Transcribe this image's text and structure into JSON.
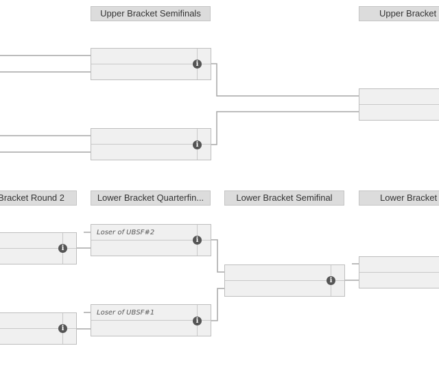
{
  "headers": {
    "ub_semifinals": "Upper Bracket Semifinals",
    "ub_final": "Upper Bracket",
    "lb_round2": "Bracket Round 2",
    "lb_quarterfinals": "Lower Bracket Quarterfin...",
    "lb_semifinal": "Lower Bracket Semifinal",
    "lb_final": "Lower Bracket"
  },
  "slots": {
    "lbqf1_top": "Loser of UBSF#2",
    "lbqf2_top": "Loser of UBSF#1"
  },
  "icons": {
    "info": "i"
  },
  "colors": {
    "header_bg": "#dcdcdc",
    "match_bg": "#f0f0f0",
    "connector": "#a6a6a6",
    "info_icon": "#555555"
  }
}
